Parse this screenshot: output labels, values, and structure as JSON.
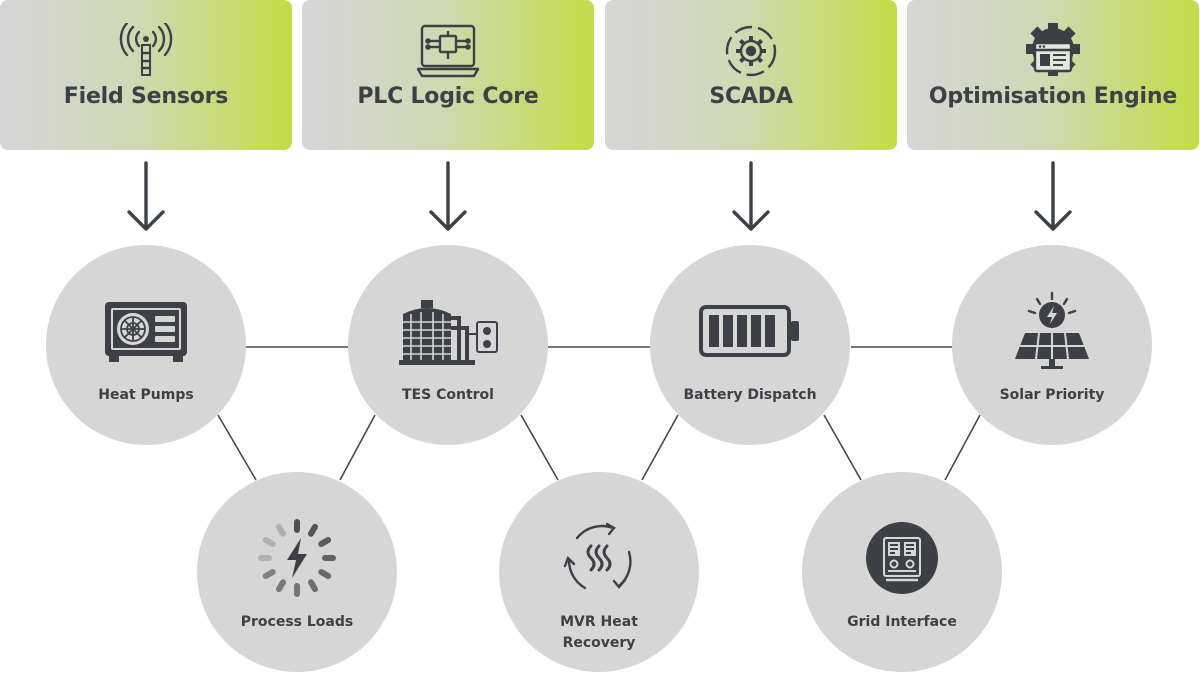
{
  "headers": [
    {
      "title": "Field Sensors",
      "icon": "antenna-icon"
    },
    {
      "title": "PLC Logic Core",
      "icon": "circuit-board-icon"
    },
    {
      "title": "SCADA",
      "icon": "gear-icon"
    },
    {
      "title": "Optimisation Engine",
      "icon": "gear-window-icon"
    }
  ],
  "nodes": {
    "heat_pumps": {
      "label": "Heat Pumps",
      "icon": "heat-pump-icon"
    },
    "tes_control": {
      "label": "TES Control",
      "icon": "storage-tank-icon"
    },
    "battery_dispatch": {
      "label": "Battery Dispatch",
      "icon": "battery-icon"
    },
    "solar_priority": {
      "label": "Solar Priority",
      "icon": "solar-panel-icon"
    },
    "process_loads": {
      "label": "Process Loads",
      "icon": "lightning-loading-icon"
    },
    "mvr_heat_recovery": {
      "label": "MVR Heat\nRecovery",
      "icon": "heat-recovery-icon"
    },
    "grid_interface": {
      "label": "Grid Interface",
      "icon": "control-panel-icon"
    }
  },
  "colors": {
    "accent": "#c3dc47",
    "node_fill": "#d6d6d6",
    "text": "#3d4147",
    "line": "#45494f"
  }
}
